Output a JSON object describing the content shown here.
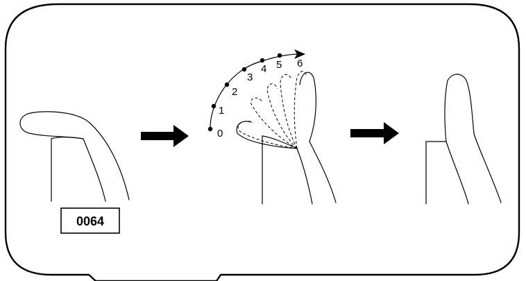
{
  "diagram": {
    "label": "0064",
    "steps": [
      "0",
      "1",
      "2",
      "3",
      "4",
      "5",
      "6"
    ]
  }
}
